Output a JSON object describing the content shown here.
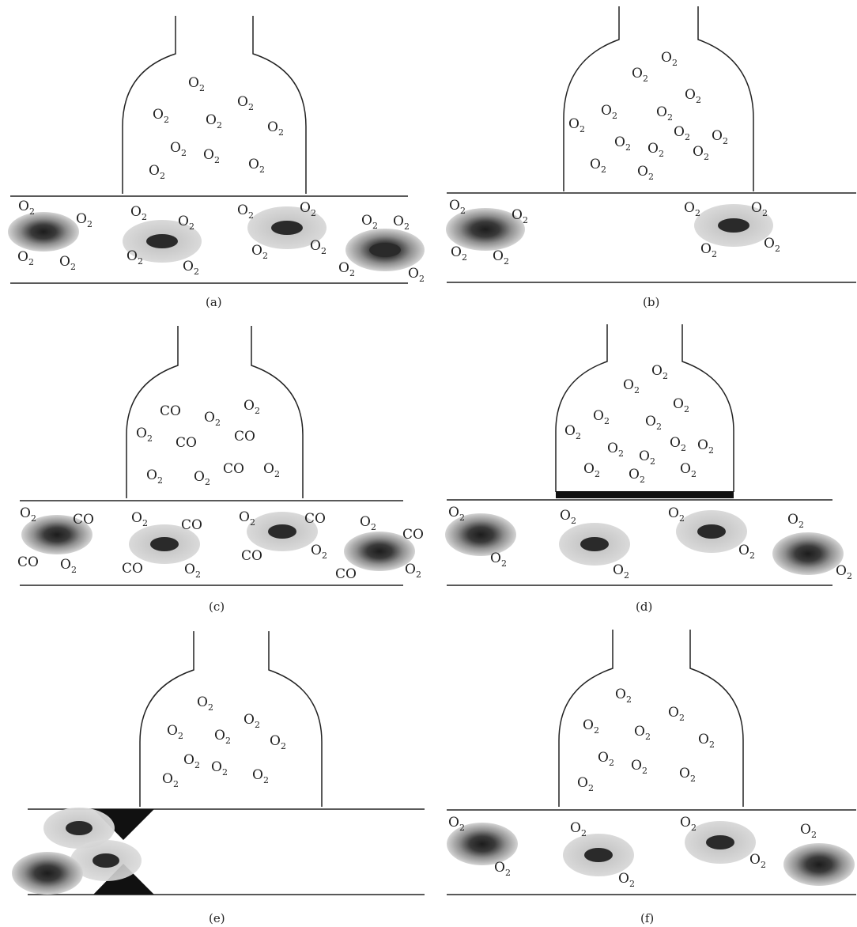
{
  "gas": {
    "o2_main": "O",
    "o2_sub": "2",
    "co": "CO"
  },
  "captions": [
    "(a)",
    "(b)",
    "(c)",
    "(d)",
    "(e)",
    "(f)"
  ],
  "colors": {
    "line": "#222222",
    "cell_outer": "#bdbdbd",
    "cell_core": "#2a2a2a",
    "filter": "#111111"
  }
}
